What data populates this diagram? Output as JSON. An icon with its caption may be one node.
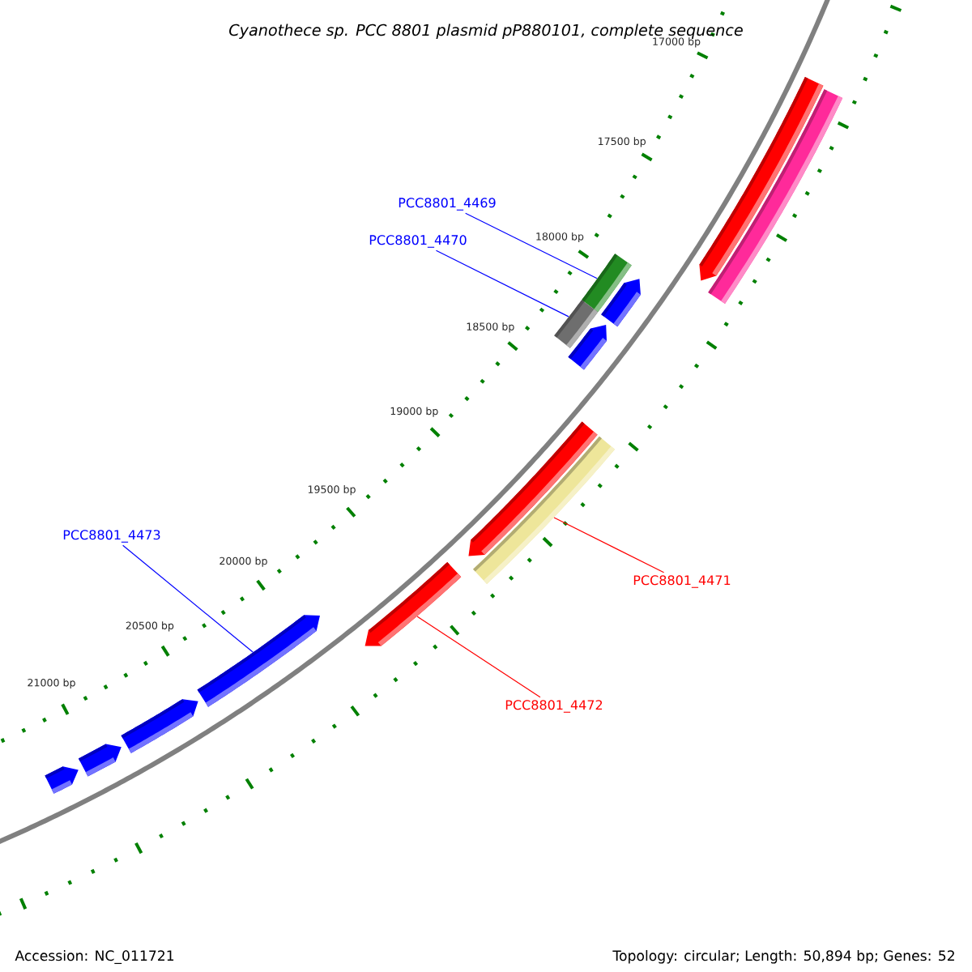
{
  "diagram": {
    "title": "Cyanothece sp. PCC 8801 plasmid pP880101, complete sequence",
    "nodes": [
      {
        "text": [
          "PCC8801_4469"
        ]
      },
      {
        "text": [
          "PCC8801_4470"
        ]
      },
      {
        "text": [
          "PCC8801_4473"
        ]
      },
      {
        "text": [
          "PCC8801_4471"
        ]
      },
      {
        "text": [
          "PCC8801_4472"
        ]
      },
      {
        "text": [],
        "shape": "pentagon"
      },
      {
        "text": [],
        "shape": "bar"
      },
      {
        "text": [],
        "shape": "bar"
      },
      {
        "text": [],
        "shape": "bar"
      },
      {
        "text": [],
        "shape": "pentagon"
      },
      {
        "text": [],
        "shape": "pentagon"
      },
      {
        "text": [],
        "shape": "pentagon"
      },
      {
        "text": [],
        "shape": "bar"
      },
      {
        "text": [],
        "shape": "pentagon"
      },
      {
        "text": [],
        "shape": "pentagon"
      },
      {
        "text": [],
        "shape": "pentagon"
      },
      {
        "text": [],
        "shape": "pentagon"
      },
      {
        "text": [],
        "shape": "pentagon"
      }
    ],
    "edges": [
      {
        "from": 0,
        "to": 7,
        "arrow": "none"
      },
      {
        "from": 1,
        "to": 8,
        "arrow": "none"
      },
      {
        "from": 2,
        "to": 14,
        "arrow": "none"
      },
      {
        "from": 3,
        "to": 12,
        "arrow": "none",
        "color": "#ff0000"
      },
      {
        "from": 4,
        "to": 13,
        "arrow": "none",
        "color": "#ff0000"
      }
    ],
    "labels": [
      "17000 bp",
      "17500 bp",
      "18000 bp",
      "18500 bp",
      "19000 bp",
      "19500 bp",
      "20000 bp",
      "20500 bp",
      "21000 bp",
      "Accession: NC_011721",
      "Topology: circular; Length: 50,894 bp; Genes: 52"
    ]
  }
}
